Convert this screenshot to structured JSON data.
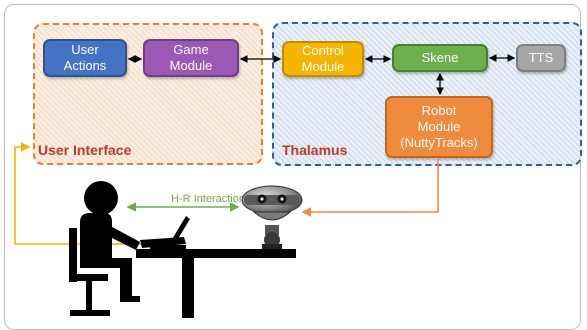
{
  "groups": {
    "user_interface": "User Interface",
    "thalamus": "Thalamus"
  },
  "boxes": {
    "user_actions": [
      "User",
      "Actions"
    ],
    "game_module": [
      "Game",
      "Module"
    ],
    "control_module": [
      "Control",
      "Module"
    ],
    "skene": [
      "Skene"
    ],
    "tts": [
      "TTS"
    ],
    "robot_module": [
      "Robot",
      "Module",
      "(NuttyTracks)"
    ]
  },
  "interaction_label": "H-R Interaction",
  "colors": {
    "user_interface_border": "#ef7d2b",
    "thalamus_border": "#2e5fa6",
    "group_label": "#c0392b",
    "user_actions": "#4472c4",
    "game_module": "#9b59b6",
    "control_module": "#f4b400",
    "skene": "#6ab04c",
    "tts": "#a6a6a6",
    "robot_module": "#f08a3c",
    "interaction": "#70ad47",
    "feedback_line_yellow": "#f4b400",
    "feedback_line_orange": "#f08a3c"
  }
}
